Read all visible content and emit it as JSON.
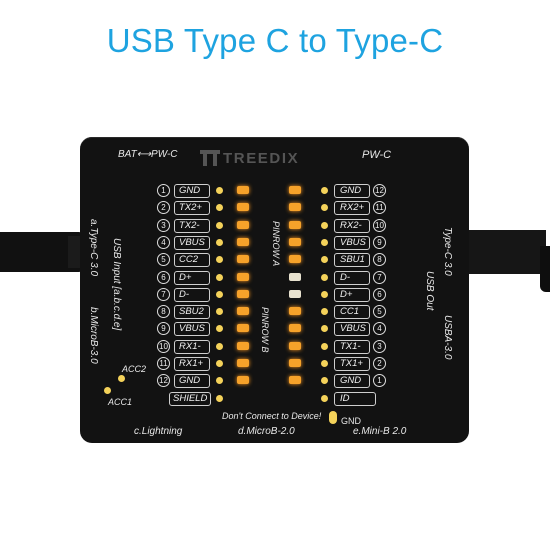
{
  "title": "USB Type C to Type-C",
  "board": {
    "logo": "TREEDIX",
    "bat_pwc": "BAT⟷PW-C",
    "pwc": "PW-C",
    "pinrow_a": "PINROW A",
    "pinrow_b": "PINROW B",
    "usb_input": "USB Input [a.b.c.d.e]",
    "a_type_c": "a.Type-C 3.0",
    "b_microb": "b.MicroB-3.0",
    "type_c_30": "Type-C 3.0",
    "usb_out": "USB Out",
    "usba_30": "USBA-3.0",
    "acc2": "ACC2",
    "acc1": "ACC1",
    "c_lightning": "c.Lightning",
    "d_microb": "d.MicroB-2.0",
    "e_minib": "e.Mini-B 2.0",
    "dont_connect": "Don't Connect to Device!",
    "gnd_label": "GND"
  },
  "left_pins": [
    {
      "num": "1",
      "label": "GND",
      "led": "on"
    },
    {
      "num": "2",
      "label": "TX2+",
      "led": "on"
    },
    {
      "num": "3",
      "label": "TX2-",
      "led": "on"
    },
    {
      "num": "4",
      "label": "VBUS",
      "led": "on"
    },
    {
      "num": "5",
      "label": "CC2",
      "led": "on"
    },
    {
      "num": "6",
      "label": "D+",
      "led": "on"
    },
    {
      "num": "7",
      "label": "D-",
      "led": "on"
    },
    {
      "num": "8",
      "label": "SBU2",
      "led": "on"
    },
    {
      "num": "9",
      "label": "VBUS",
      "led": "on"
    },
    {
      "num": "10",
      "label": "RX1-",
      "led": "on"
    },
    {
      "num": "11",
      "label": "RX1+",
      "led": "on"
    },
    {
      "num": "12",
      "label": "GND",
      "led": "on"
    },
    {
      "num": "",
      "label": "SHIELD",
      "led": "none"
    }
  ],
  "right_pins": [
    {
      "num": "12",
      "label": "GND",
      "led": "on"
    },
    {
      "num": "11",
      "label": "RX2+",
      "led": "on"
    },
    {
      "num": "10",
      "label": "RX2-",
      "led": "on"
    },
    {
      "num": "9",
      "label": "VBUS",
      "led": "on"
    },
    {
      "num": "8",
      "label": "SBU1",
      "led": "on"
    },
    {
      "num": "7",
      "label": "D-",
      "led": "off"
    },
    {
      "num": "6",
      "label": "D+",
      "led": "off"
    },
    {
      "num": "5",
      "label": "CC1",
      "led": "on"
    },
    {
      "num": "4",
      "label": "VBUS",
      "led": "on"
    },
    {
      "num": "3",
      "label": "TX1-",
      "led": "on"
    },
    {
      "num": "2",
      "label": "TX1+",
      "led": "on"
    },
    {
      "num": "1",
      "label": "GND",
      "led": "on"
    },
    {
      "num": "",
      "label": "ID",
      "led": "none"
    }
  ],
  "colors": {
    "title": "#1ea3e0",
    "board": "#121212",
    "led_on": "#f6a22a",
    "pad": "#f4d25a"
  }
}
